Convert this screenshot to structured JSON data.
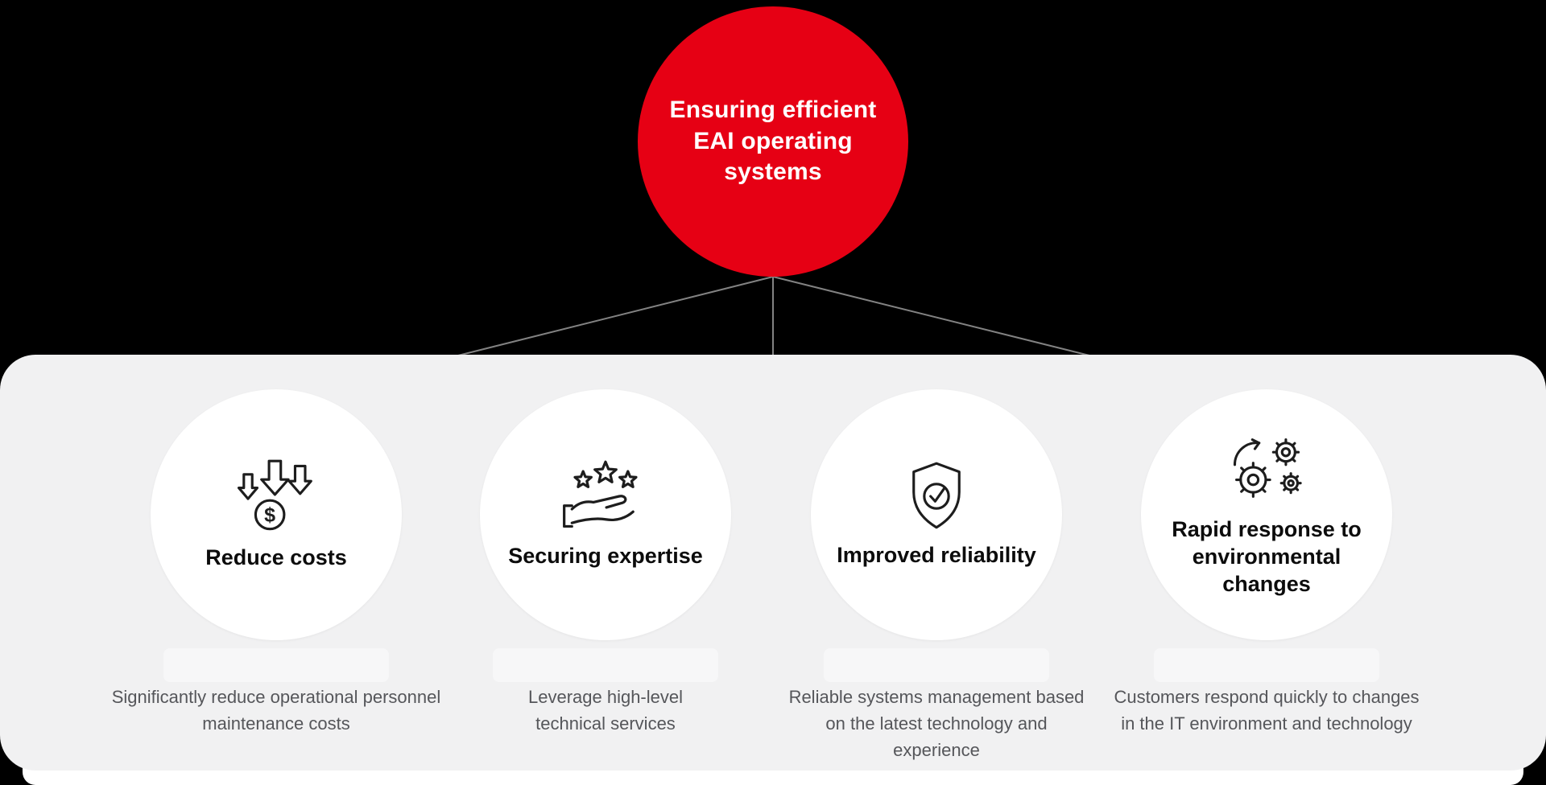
{
  "colors": {
    "background": "#000000",
    "accent_red": "#e60014",
    "panel": "#f1f1f2",
    "card": "#ffffff",
    "connector": "#828282",
    "title_text": "#0c0c0c",
    "description_text": "#55565a"
  },
  "root_node": {
    "label": "Ensuring efficient\nEAI operating\nsystems"
  },
  "benefits": [
    {
      "icon": "cost-reduction-arrows-dollar-icon",
      "title": "Reduce costs",
      "description": "Significantly reduce operational personnel maintenance costs"
    },
    {
      "icon": "hand-with-stars-icon",
      "title": "Securing expertise",
      "description": "Leverage high-level technical services"
    },
    {
      "icon": "shield-checkmark-icon",
      "title": "Improved reliability",
      "description": "Reliable systems management based on the latest technology and experience"
    },
    {
      "icon": "gears-sync-icon",
      "title": "Rapid response to environmental changes",
      "description": "Customers respond quickly to changes in the IT environment and technology"
    }
  ],
  "icon_glyphs": {
    "dollar": "$"
  }
}
